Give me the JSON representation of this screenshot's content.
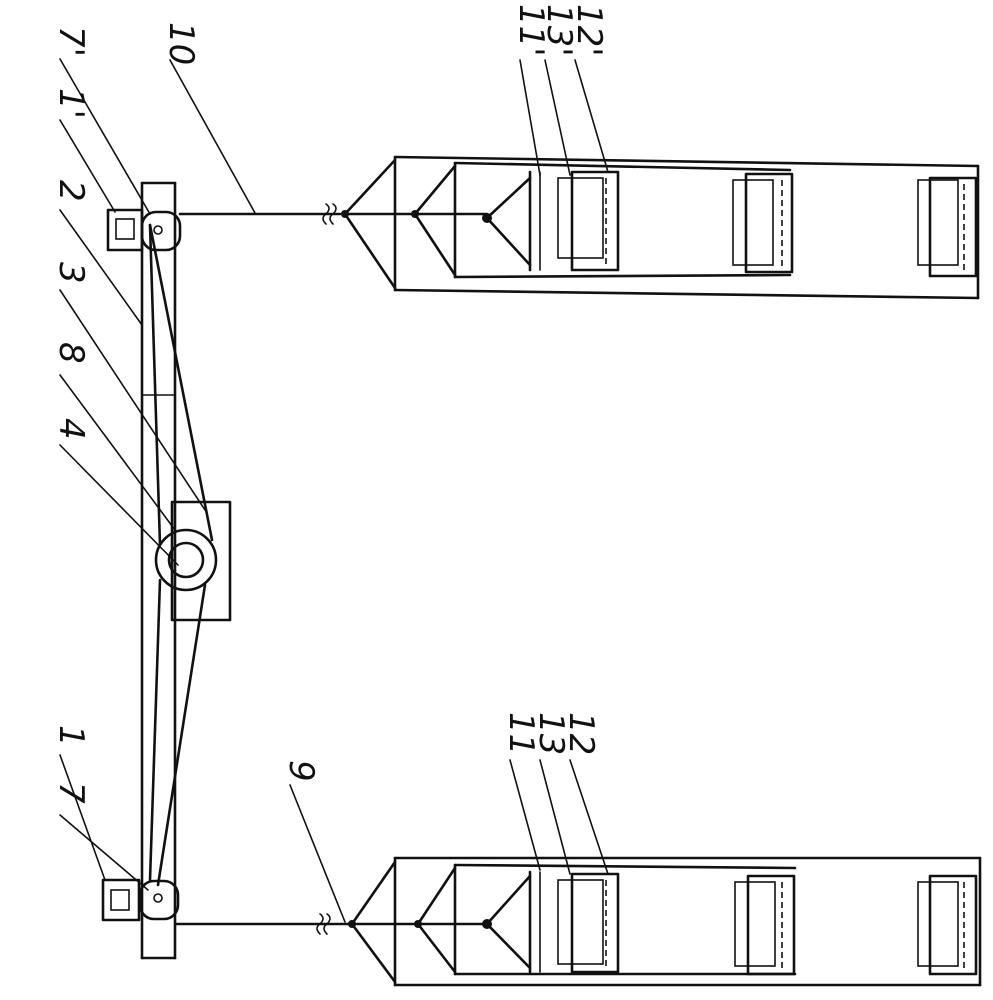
{
  "figure": {
    "labels": {
      "l1": "1",
      "l7": "7",
      "l1p": "1'",
      "l7p": "7'",
      "l2": "2",
      "l3": "3",
      "l8": "8",
      "l4": "4",
      "l9": "9",
      "l10": "10",
      "l11": "11",
      "l13": "13",
      "l12": "12",
      "l11p": "11'",
      "l13p": "13'",
      "l12p": "12'"
    }
  }
}
